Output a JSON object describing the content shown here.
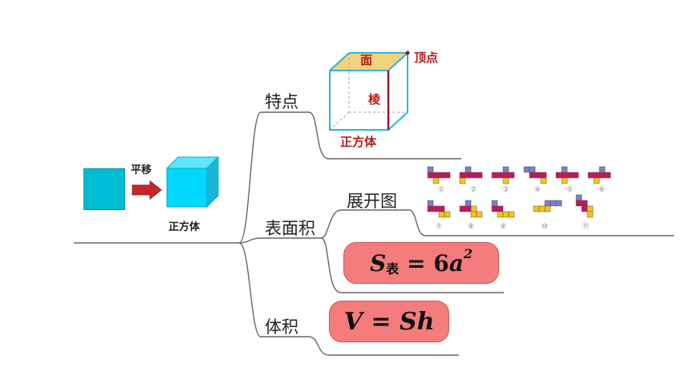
{
  "diagram": {
    "translation": {
      "arrow_label": "平移",
      "result_label": "正方体"
    },
    "branches": {
      "features": {
        "label": "特点",
        "cube": {
          "face_label": "面",
          "vertex_label": "顶点",
          "edge_label": "棱",
          "name_label": "正方体"
        }
      },
      "surface_area": {
        "label": "表面积",
        "net": {
          "label": "展开图",
          "numbers": [
            "①",
            "②",
            "③",
            "④",
            "⑤",
            "⑥",
            "⑦",
            "⑧",
            "⑨",
            "⑩",
            "⑪"
          ]
        },
        "formula": {
          "lhs": "S",
          "sub": "表",
          "eq": " = 6",
          "var": "a",
          "exp": "2"
        }
      },
      "volume": {
        "label": "体积",
        "formula": {
          "text": "V = Sh"
        }
      }
    },
    "colors": {
      "square": "#00bcd4",
      "arrow": "#c62828",
      "cube_front": "#00d8ff",
      "cube_top": "#5fe6ff",
      "cube_side": "#1ab6d6",
      "face_top": "#f3d27e",
      "formula_bg": "#f47c7c",
      "net_red": "#c2185b",
      "net_yellow": "#f5c518",
      "net_purple": "#7b7fc4"
    }
  }
}
